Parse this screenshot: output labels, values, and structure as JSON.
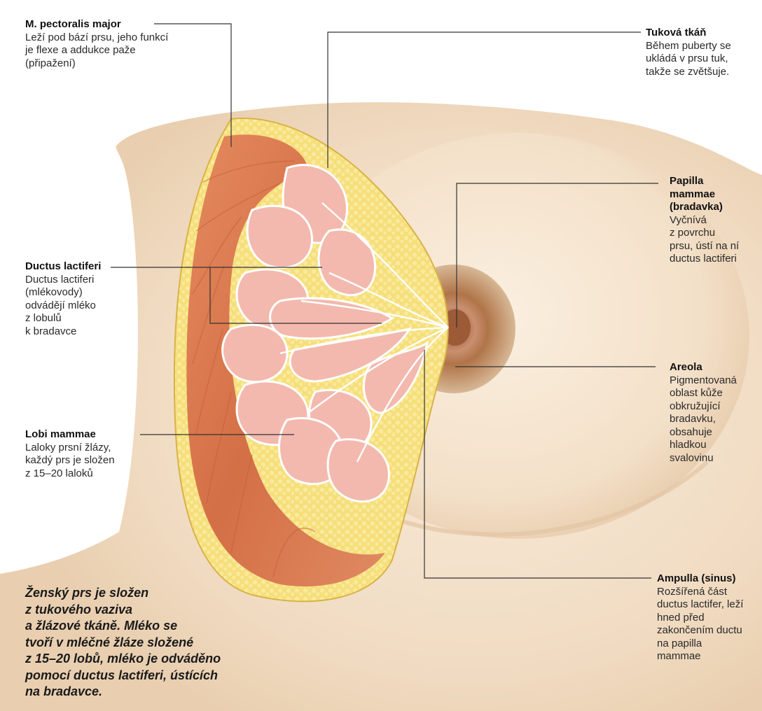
{
  "colors": {
    "skin": "#f3e3ce",
    "skin_shadow": "#e6ccae",
    "fat": "#f4dc72",
    "muscle": "#d9774e",
    "lobe": "#f2b5aa",
    "areola": "#b57c52",
    "leader_line": "#333333"
  },
  "labels": {
    "pectoralis": {
      "title": "M. pectoralis major",
      "desc": "Leží pod bází prsu, jeho funkcí\nje flexe a addukce paže\n(připažení)"
    },
    "tukova": {
      "title": "Tuková tkáň",
      "desc": "Během puberty se\nukládá v prsu tuk,\ntakže se zvětšuje."
    },
    "papilla": {
      "title": "Papilla\nmammae\n(bradavka)",
      "desc": "Vyčnívá\nz povrchu\nprsu, ústí na ní\nductus lactiferi"
    },
    "ductus": {
      "title": "Ductus lactiferi",
      "desc": "Ductus lactiferi\n(mlékovody)\nodvádějí mléko\nz lobulů\nk bradavce"
    },
    "areola": {
      "title": "Areola",
      "desc": "Pigmentovaná\noblast kůže\nobkružující\nbradavku,\nobsahuje\nhladkou\nsvalovinu"
    },
    "lobi": {
      "title": "Lobi mammae",
      "desc": "Laloky prsní žlázy,\nkaždý prs je složen\nz 15–20 laloků"
    },
    "ampulla": {
      "title": "Ampulla (sinus)",
      "desc": "Rozšířená část\nductus lactifer, leží\nhned před\nzakončením ductu\nna papilla\nmammae"
    }
  },
  "caption": "Ženský prs je složen\nz tukového vaziva\na žlázové tkáně. Mléko se\ntvoří v mléčné žláze složené\nz 15–20 lobů, mléko je odváděno\npomocí ductus lactiferi, ústících\nna bradavce."
}
